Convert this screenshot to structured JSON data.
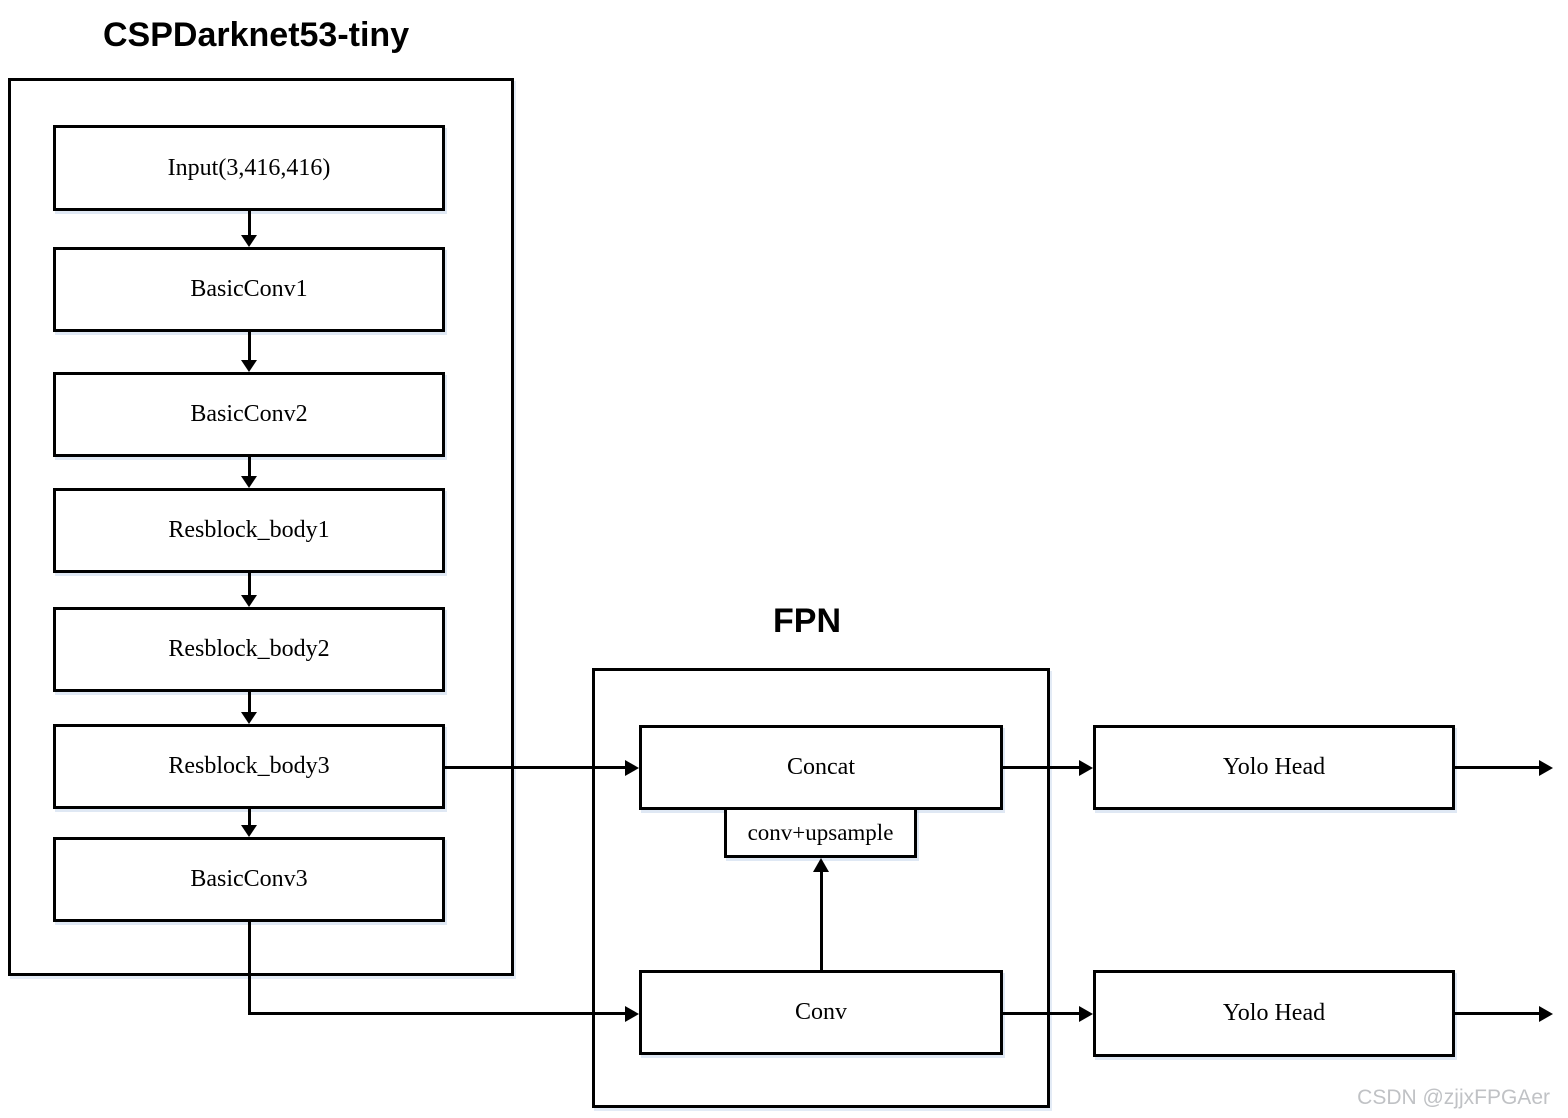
{
  "diagram": {
    "backbone": {
      "title": "CSPDarknet53-tiny",
      "blocks": [
        {
          "label": "Input(3,416,416)"
        },
        {
          "label": "BasicConv1"
        },
        {
          "label": "BasicConv2"
        },
        {
          "label": "Resblock_body1"
        },
        {
          "label": "Resblock_body2"
        },
        {
          "label": "Resblock_body3"
        },
        {
          "label": "BasicConv3"
        }
      ]
    },
    "fpn": {
      "title": "FPN",
      "concat_label": "Concat",
      "conv_upsample_label": "conv+upsample",
      "conv_label": "Conv"
    },
    "heads": {
      "top_label": "Yolo Head",
      "bottom_label": "Yolo Head"
    },
    "watermark": "CSDN @zjjxFPGAer",
    "colors": {
      "line": "#000000",
      "box_fill": "#ffffff",
      "background": "#ffffff",
      "watermark": "#c0c2c5"
    }
  }
}
